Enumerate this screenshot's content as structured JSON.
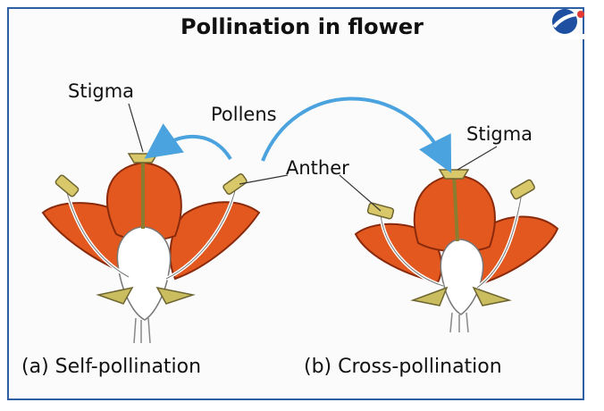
{
  "title": "Pollination in flower",
  "labels": {
    "stigma_left": "Stigma",
    "pollens": "Pollens",
    "anther": "Anther",
    "stigma_right": "Stigma"
  },
  "captions": {
    "self": "(a) Self-pollination",
    "cross": "(b) Cross-pollination"
  },
  "colors": {
    "petal": "#e2581e",
    "petal_dark": "#8a2a0c",
    "ovary": "#ffffff",
    "stigma": "#d8c86a",
    "arrow": "#4aa3df",
    "border": "#2e5fa3"
  },
  "icons": {
    "logo": "brand-logo-icon"
  }
}
